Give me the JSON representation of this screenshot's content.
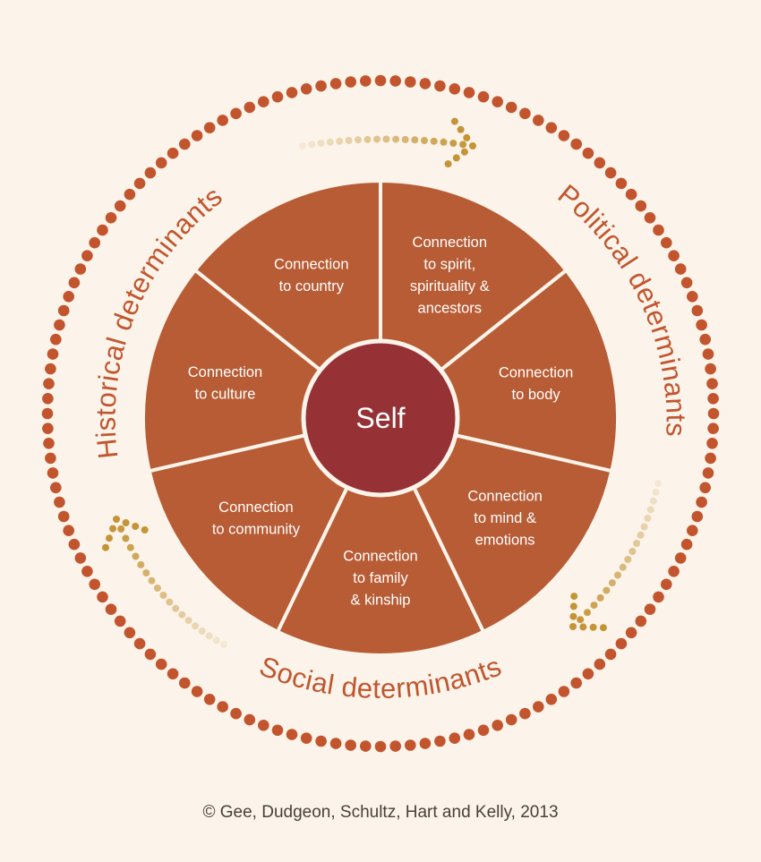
{
  "colors": {
    "background": "#fcf4ea",
    "segment": "#b85c35",
    "segment_border": "#fcf4ea",
    "center": "#963236",
    "ring_dots": "#c2552e",
    "ring_text": "#c0562f",
    "arrow_dots": "#c49436",
    "footer_text": "#4a4038"
  },
  "center": {
    "label": "Self"
  },
  "segments": [
    {
      "id": "spirit",
      "lines": [
        "Connection",
        "to spirit,",
        "spirituality &",
        "ancestors"
      ]
    },
    {
      "id": "body",
      "lines": [
        "Connection",
        "to body"
      ]
    },
    {
      "id": "mind",
      "lines": [
        "Connection",
        "to mind &",
        "emotions"
      ]
    },
    {
      "id": "family",
      "lines": [
        "Connection",
        "to family",
        "& kinship"
      ]
    },
    {
      "id": "community",
      "lines": [
        "Connection",
        "to community"
      ]
    },
    {
      "id": "culture",
      "lines": [
        "Connection",
        "to culture"
      ]
    },
    {
      "id": "country",
      "lines": [
        "Connection",
        "to country"
      ]
    }
  ],
  "ring_labels": {
    "historical": "Historical determinants",
    "political": "Political determinants",
    "social": "Social determinants"
  },
  "footer": "© Gee, Dudgeon, Schultz, Hart and Kelly, 2013"
}
